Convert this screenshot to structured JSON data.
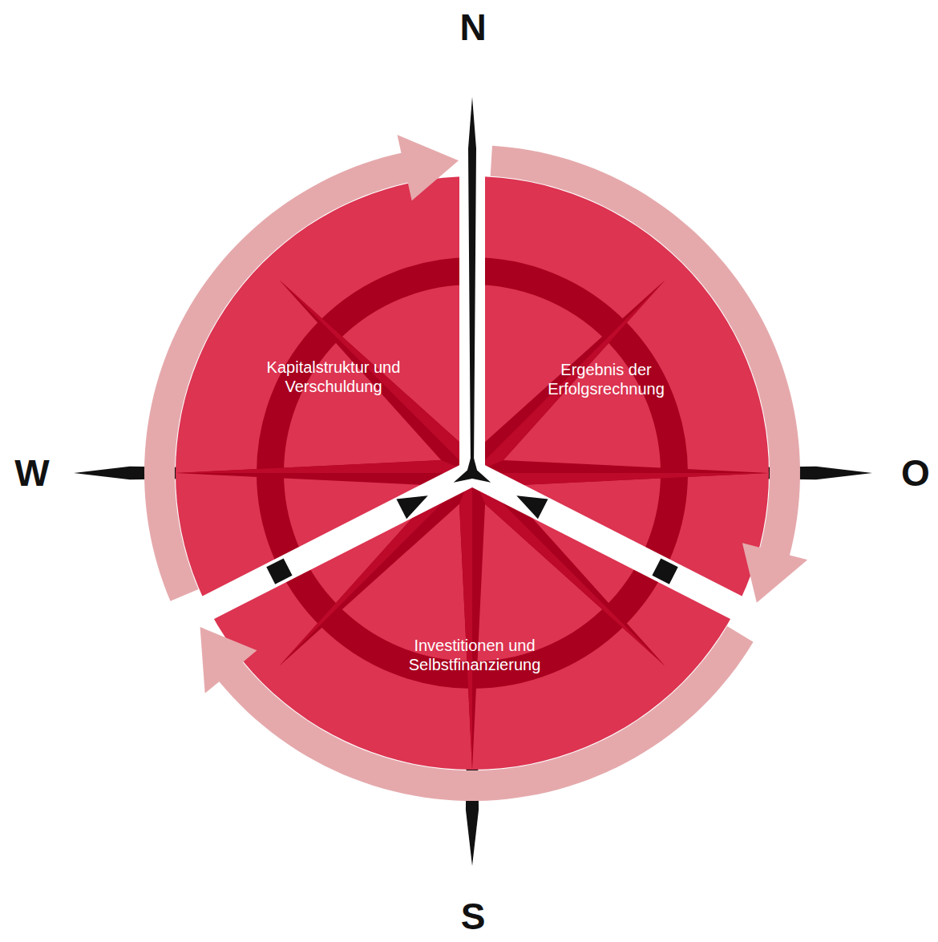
{
  "diagram": {
    "nodes": [
      {
        "text": [
          "Kapitalstruktur und Verschuldung"
        ]
      },
      {
        "text": [
          "Ergebnis der Erfolgsrechnung"
        ]
      },
      {
        "text": [
          "Investitionen und Selbstfinanzierung"
        ]
      }
    ],
    "edges": [
      {
        "from": 0,
        "to": 1,
        "arrow": "to"
      },
      {
        "from": 1,
        "to": 2,
        "arrow": "to"
      },
      {
        "from": 2,
        "to": 0,
        "arrow": "to"
      }
    ],
    "labels": [
      "N",
      "W",
      "O",
      "S"
    ]
  }
}
